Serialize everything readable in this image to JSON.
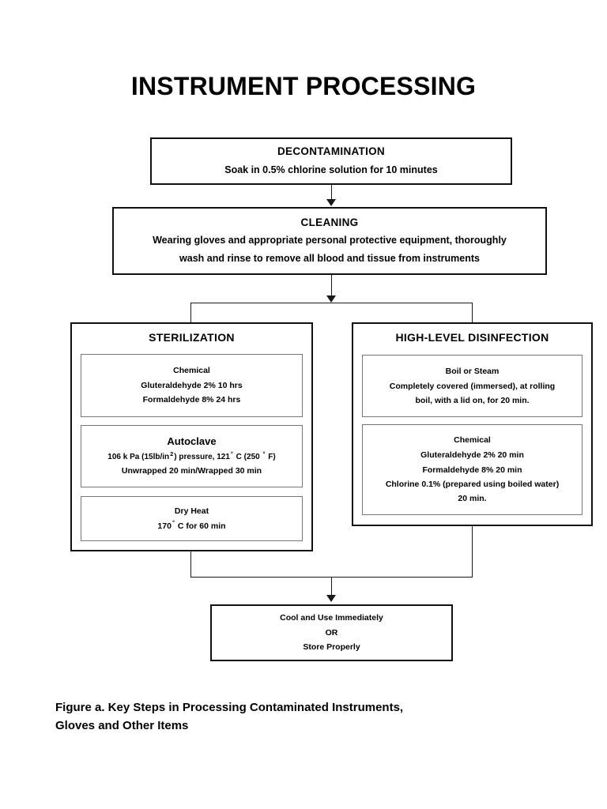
{
  "title": "INSTRUMENT PROCESSING",
  "decontamination": {
    "heading": "DECONTAMINATION",
    "line1": "Soak in 0.5% chlorine solution for 10 minutes"
  },
  "cleaning": {
    "heading": "CLEANING",
    "line1": "Wearing gloves and appropriate personal protective equipment, thoroughly",
    "line2": "wash and rinse to remove all blood and tissue from instruments"
  },
  "sterilization": {
    "heading": "STERILIZATION",
    "chemical": {
      "heading": "Chemical",
      "line1": "Gluteraldehyde 2% 10 hrs",
      "line2": "Formaldehyde 8% 24 hrs"
    },
    "autoclave": {
      "heading": "Autoclave",
      "pressure_prefix": "106 k Pa (15lb/in",
      "pressure_exponent": "2",
      "pressure_mid": ") pressure,  121",
      "deg1": "°",
      "temp_c": " C (250 ",
      "deg2": "°",
      "temp_f": " F)",
      "line2": "Unwrapped 20 min/Wrapped 30 min"
    },
    "dry_heat": {
      "heading": "Dry Heat",
      "value_prefix": "170",
      "deg": "°",
      "value_suffix": " C for 60 min"
    }
  },
  "disinfection": {
    "heading": "HIGH-LEVEL DISINFECTION",
    "boil": {
      "heading": "Boil or Steam",
      "line1": "Completely covered (immersed), at rolling",
      "line2": "boil, with a lid on, for 20 min."
    },
    "chemical": {
      "heading": "Chemical",
      "line1": "Gluteraldehyde 2% 20 min",
      "line2": "Formaldehyde 8% 20 min",
      "line3": "Chlorine 0.1% (prepared using boiled water)",
      "line4": "20 min."
    }
  },
  "outcome": {
    "line1": "Cool and Use Immediately",
    "line2": "OR",
    "line3": "Store Properly"
  },
  "caption": {
    "line1": "Figure  a. Key Steps in Processing Contaminated Instruments,",
    "line2": "Gloves and Other Items"
  },
  "colors": {
    "outline": "#111111",
    "inner_outline": "#777777",
    "connector": "#1a1a1a",
    "background": "#ffffff",
    "text": "#000000"
  }
}
